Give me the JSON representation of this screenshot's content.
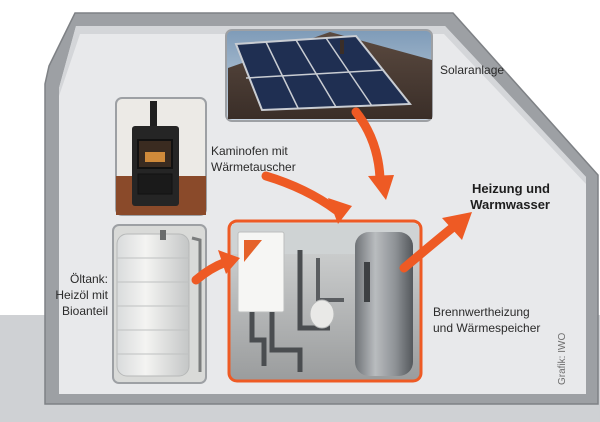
{
  "labels": {
    "solar": "Solaranlage",
    "stove_line1": "Kaminofen mit",
    "stove_line2": "Wärmetauscher",
    "output_line1": "Heizung und",
    "output_line2": "Warmwasser",
    "tank_line1": "Öltank:",
    "tank_line2": "Heizöl mit",
    "tank_line3": "Bioanteil",
    "boiler_line1": "Brennwertheizung",
    "boiler_line2": "und Wärmespeicher"
  },
  "credit": "Grafik: IWO",
  "colors": {
    "arrow": "#ee5a24",
    "house_outline": "#8f9296",
    "house_wall": "#e7e8ea",
    "ground": "#cfd1d4",
    "highlight_border": "#ee5a24"
  },
  "icons": {
    "solar_panel": "solar-panel-photo",
    "stove": "wood-stove-photo",
    "tank": "oil-tank-photo",
    "boiler": "boiler-and-storage-tank-photo"
  }
}
